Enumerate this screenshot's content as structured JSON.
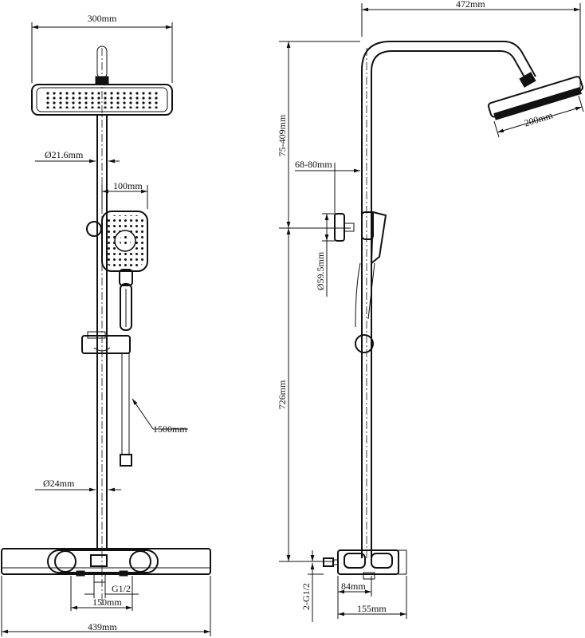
{
  "front_view": {
    "head_width": "300mm",
    "arm_diameter": "Ø21.6mm",
    "handset_width": "100mm",
    "hose_length": "1500mm",
    "riser_diameter": "Ø24mm",
    "inlet_thread": "G1/2",
    "inlet_spacing": "150mm",
    "body_width": "439mm"
  },
  "side_view": {
    "overall_reach": "472mm",
    "head_size": "200mm",
    "height_adjust": "75-409mm",
    "bracket_offset": "68-80mm",
    "bracket_diameter": "Ø59.5mm",
    "riser_height": "726mm",
    "inlet_thread_count": "2-G1/2",
    "valve_depth": "84mm",
    "total_depth": "155mm"
  },
  "colors": {
    "line": "#111111",
    "background": "#ffffff"
  }
}
